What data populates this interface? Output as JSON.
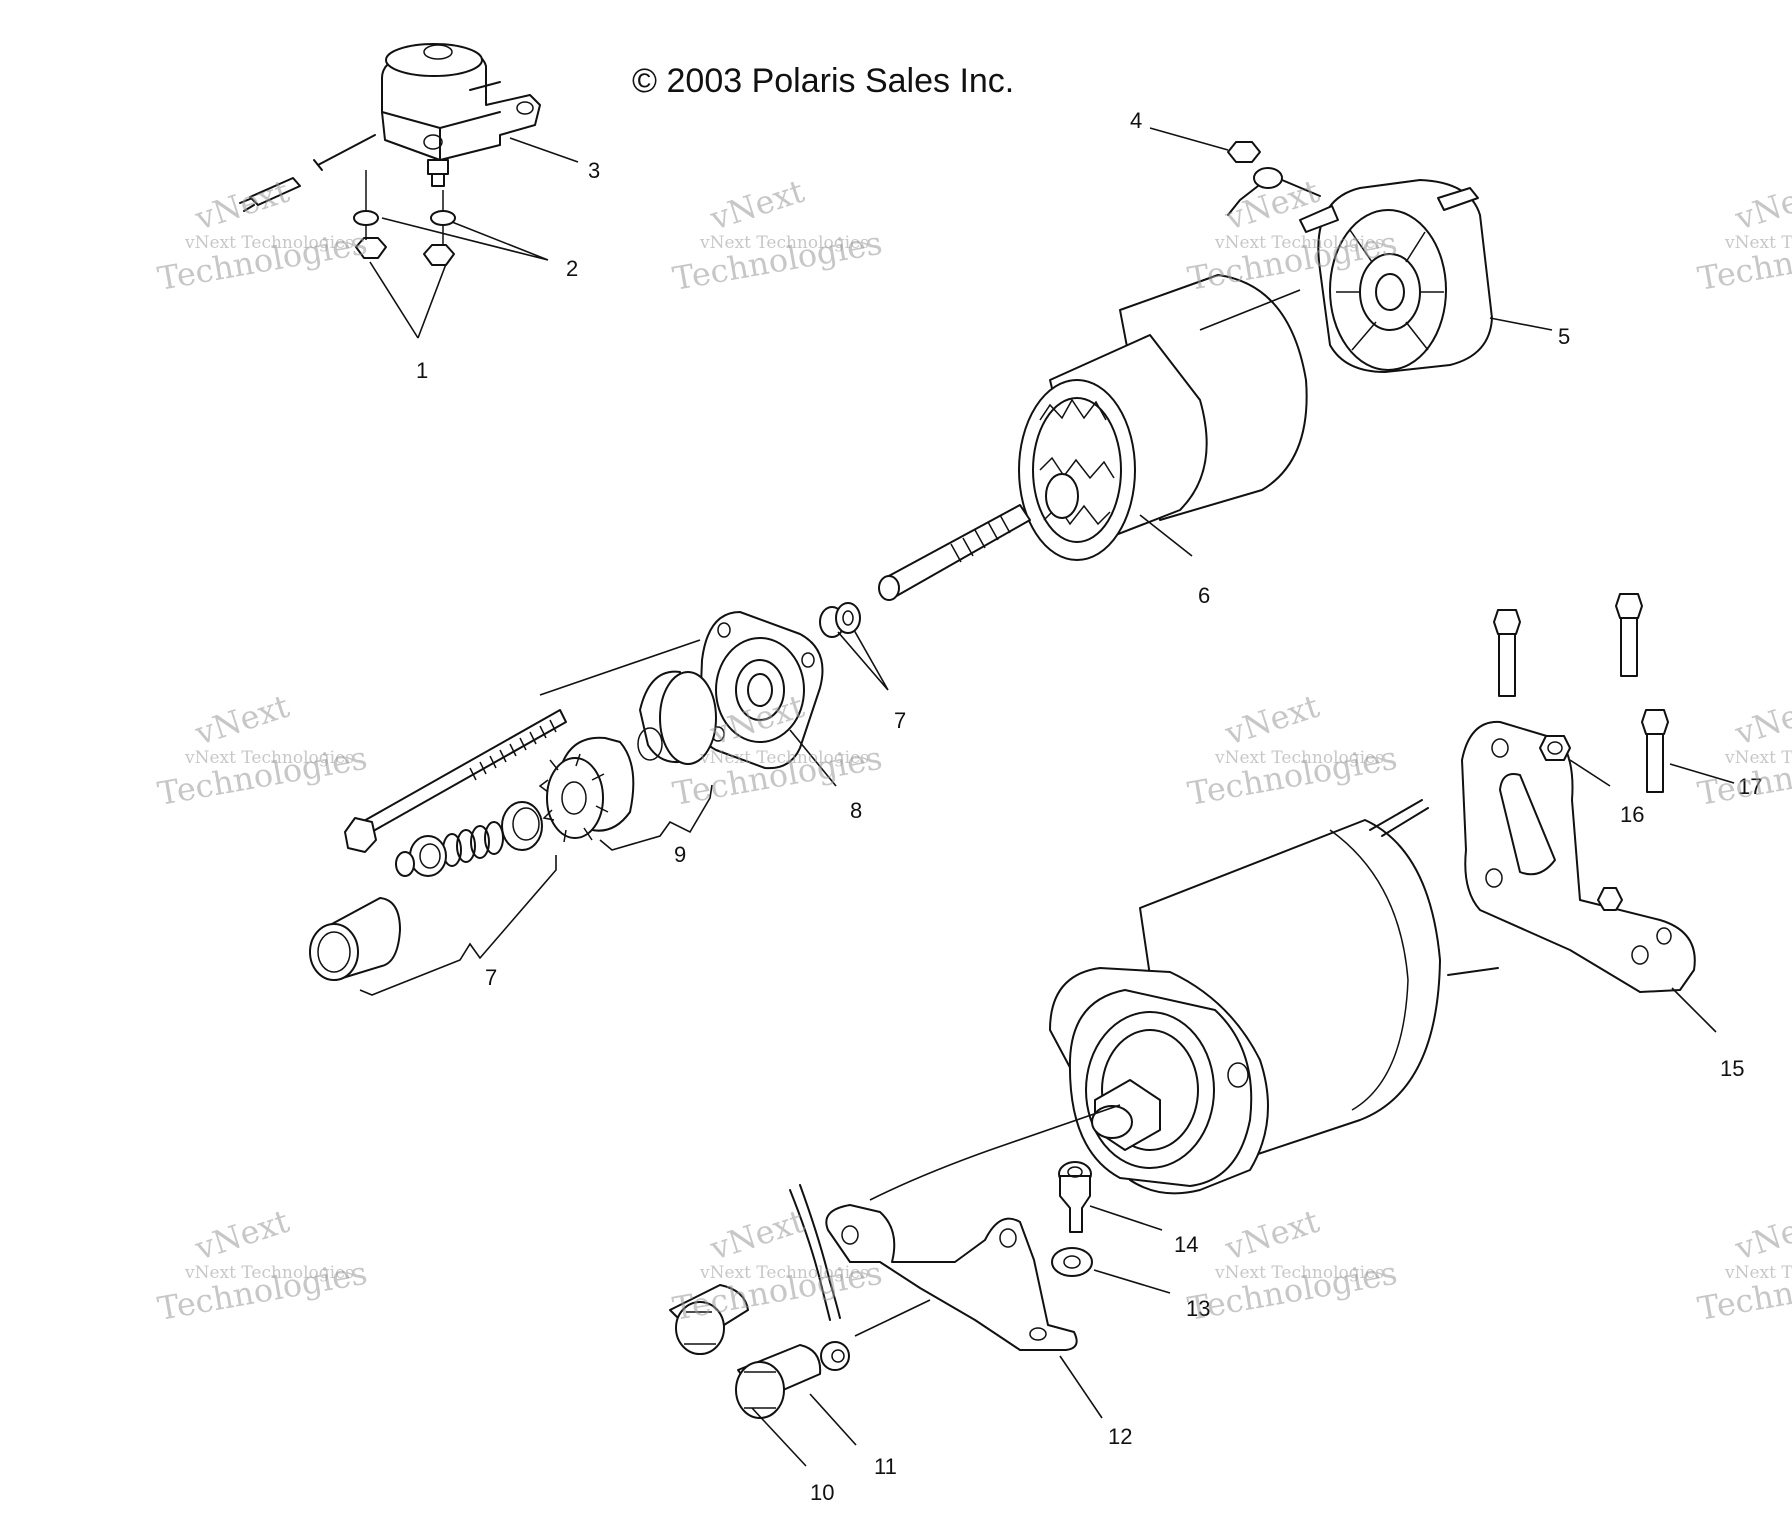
{
  "copyright": "© 2003 Polaris Sales Inc.",
  "watermark": {
    "line1": "vNext",
    "line2": "vNext Technologies",
    "line3": "Technologies"
  },
  "callouts": {
    "c1": "1",
    "c2": "2",
    "c3": "3",
    "c4": "4",
    "c5": "5",
    "c6": "6",
    "c7a": "7",
    "c7b": "7",
    "c8": "8",
    "c9": "9",
    "c10": "10",
    "c11": "11",
    "c12": "12",
    "c13": "13",
    "c14": "14",
    "c15": "15",
    "c16": "16",
    "c17": "17"
  },
  "colors": {
    "ink": "#111111",
    "watermark": "#9a9a9a",
    "background": "#ffffff"
  }
}
